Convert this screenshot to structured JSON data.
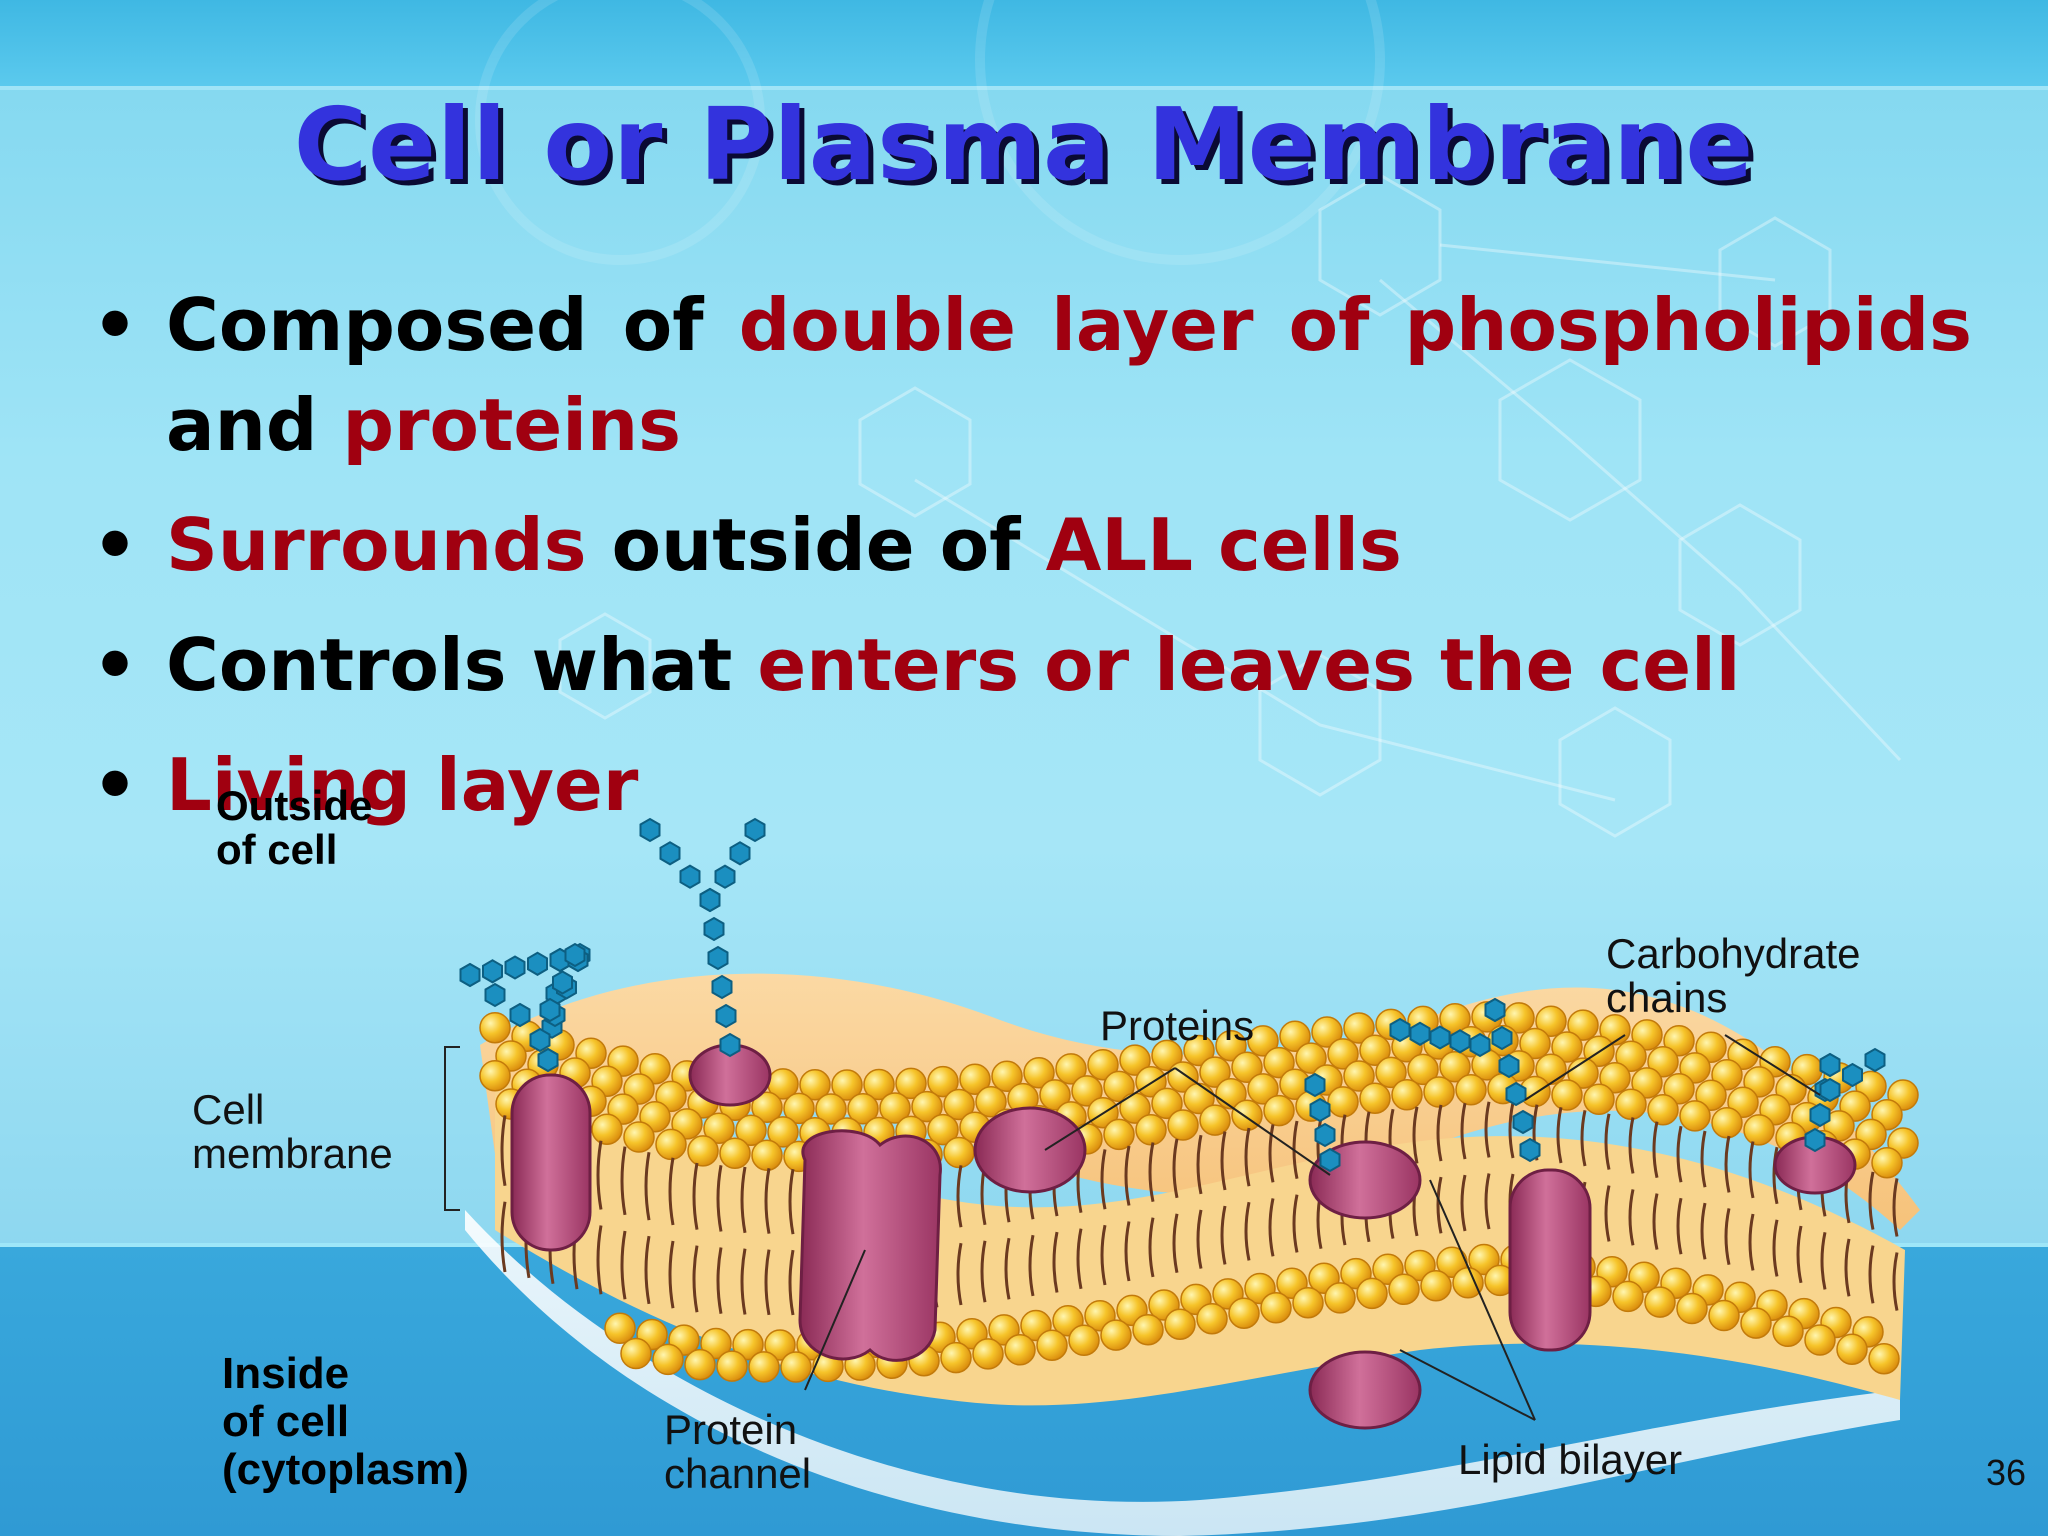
{
  "slide": {
    "title": "Cell or Plasma Membrane",
    "bullets": [
      {
        "dot": "•",
        "parts": [
          {
            "text": "Composed of "
          },
          {
            "text": "double layer of phospholipids"
          },
          {
            "text": " and "
          },
          {
            "text": "proteins"
          }
        ]
      },
      {
        "dot": "•",
        "parts": [
          {
            "text": "Surrounds"
          },
          {
            "text": " outside of "
          },
          {
            "text": "ALL cells"
          }
        ]
      },
      {
        "dot": "•",
        "parts": [
          {
            "text": "Controls what "
          },
          {
            "text": "enters or leaves the cell"
          }
        ]
      },
      {
        "dot": "•",
        "parts": [
          {
            "text": "Living layer"
          }
        ]
      }
    ],
    "page_number": "36"
  },
  "diagram": {
    "labels": {
      "outside": [
        "Outside",
        "of cell"
      ],
      "cell_membrane": [
        "Cell",
        "membrane"
      ],
      "inside": [
        "Inside",
        "of cell",
        "(cytoplasm)"
      ],
      "proteins": "Proteins",
      "carbohydrate": [
        "Carbohydrate",
        "chains"
      ],
      "protein_channel": [
        "Protein",
        "channel"
      ],
      "lipid_bilayer": "Lipid bilayer"
    }
  },
  "colors": {
    "title": "#3333dd",
    "emphasis": "#a00010",
    "lipid_head": "#f2b01e",
    "protein": "#b54a79",
    "carbohydrate": "#1b8fc0"
  }
}
